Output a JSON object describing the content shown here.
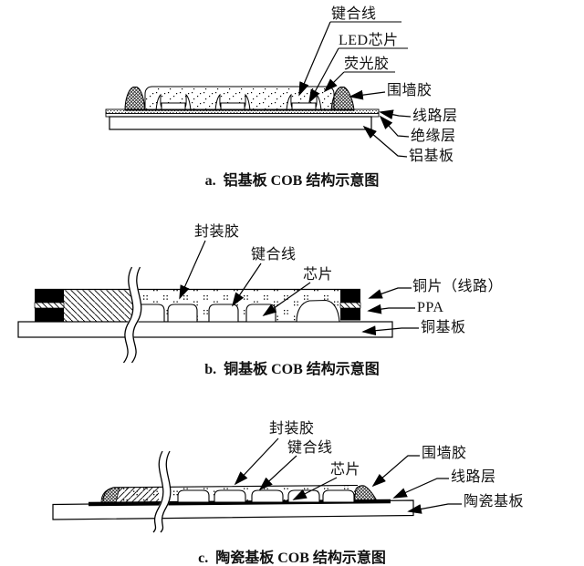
{
  "colors": {
    "ink": "#000000",
    "background": "#ffffff"
  },
  "diagrams": [
    {
      "id": "a",
      "caption": "a.  铝基板 COB 结构示意图",
      "labels": {
        "bonding_wire": "键合线",
        "led_chip": "LED芯片",
        "phosphor_glue": "荧光胶",
        "dam_glue": "围墙胶",
        "circuit_layer": "线路层",
        "insulation_layer": "绝缘层",
        "substrate": "铝基板"
      }
    },
    {
      "id": "b",
      "caption": "b.  铜基板 COB 结构示意图",
      "labels": {
        "encapsulant": "封装胶",
        "bonding_wire": "键合线",
        "chip": "芯片",
        "copper_trace": "铜片（线路）",
        "ppa": "PPA",
        "substrate": "铜基板"
      }
    },
    {
      "id": "c",
      "caption": "c.  陶瓷基板 COB 结构示意图",
      "labels": {
        "encapsulant": "封装胶",
        "bonding_wire": "键合线",
        "chip": "芯片",
        "dam_glue": "围墙胶",
        "circuit_layer": "线路层",
        "substrate": "陶瓷基板"
      }
    }
  ]
}
